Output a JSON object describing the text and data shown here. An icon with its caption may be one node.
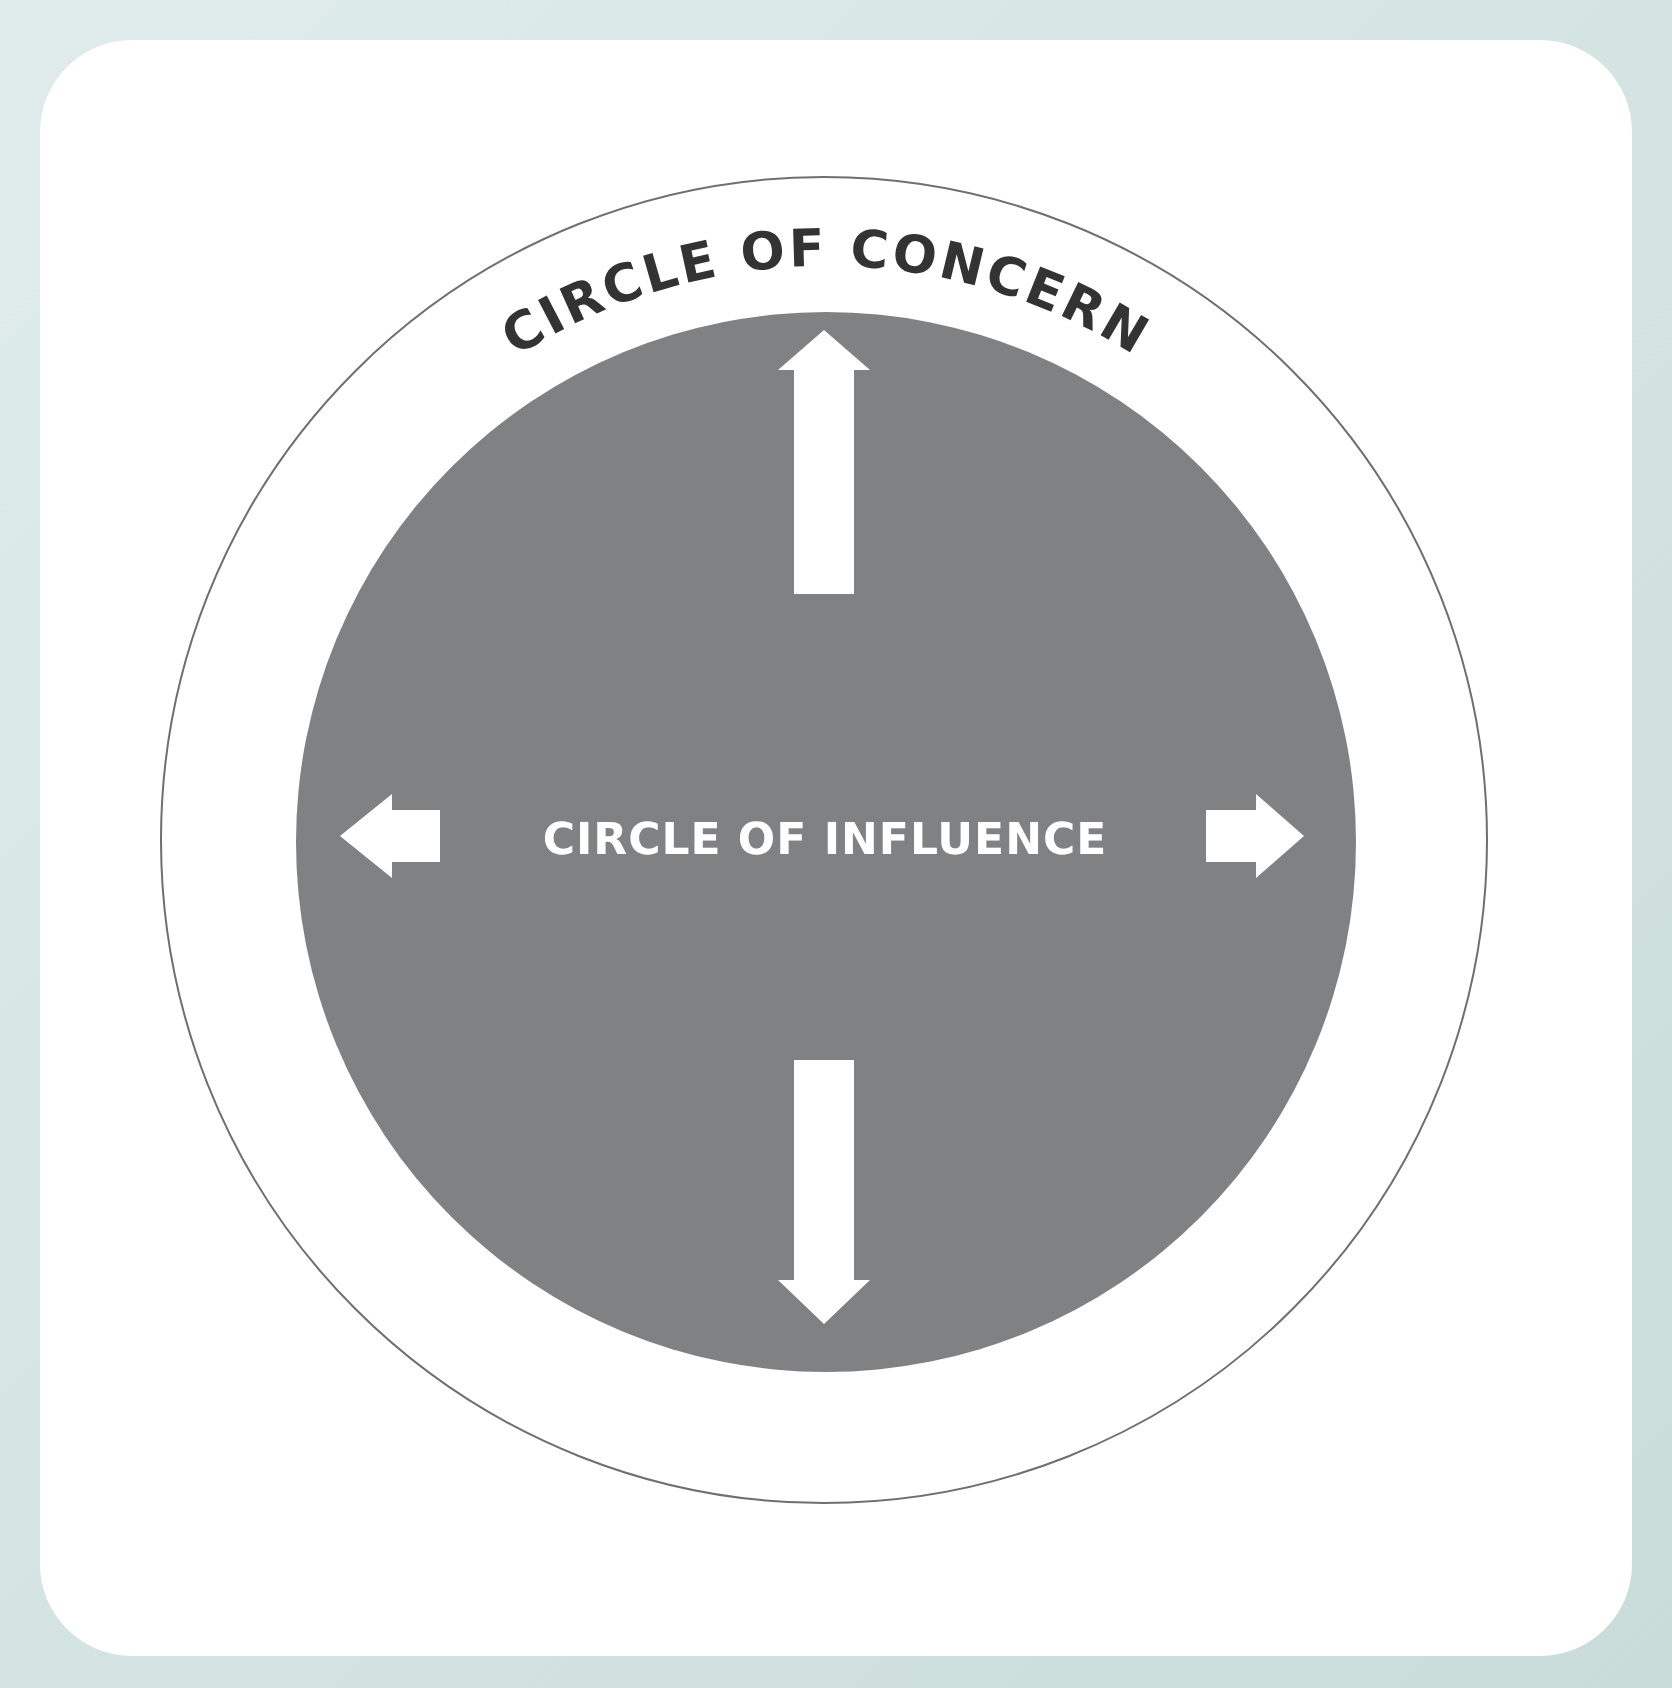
{
  "diagram": {
    "nodes": [
      {
        "text": [
          "CIRCLE OF CONCERN"
        ]
      },
      {
        "text": [
          "CIRCLE OF INFLUENCE"
        ],
        "in": 0
      }
    ]
  }
}
